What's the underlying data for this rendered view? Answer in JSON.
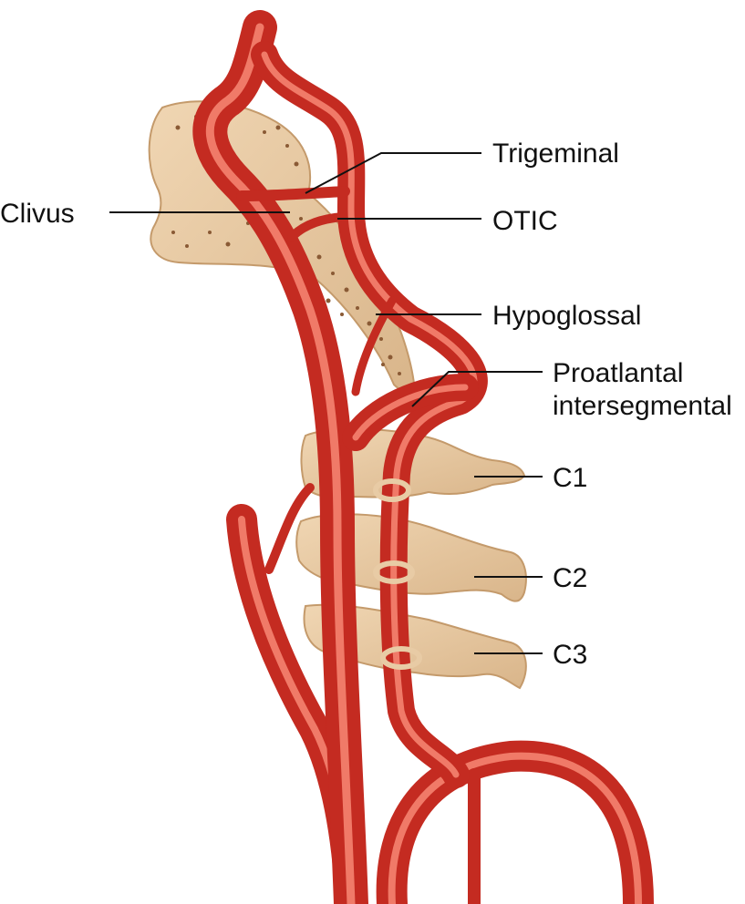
{
  "labels": {
    "trigeminal": "Trigeminal",
    "clivus": "Clivus",
    "otic": "OTIC",
    "hypoglossal": "Hypoglossal",
    "proatlantal_line1": "Proatlantal",
    "proatlantal_line2": "intersegmental",
    "c1": "C1",
    "c2": "C2",
    "c3": "C3"
  },
  "colors": {
    "artery": "#d9362c",
    "artery_highlight": "#f07a68",
    "artery_shadow": "#a8231b",
    "bone": "#e8cba5",
    "bone_shadow": "#c9a47a",
    "bone_pores": "#8a5a35",
    "text": "#111111"
  }
}
